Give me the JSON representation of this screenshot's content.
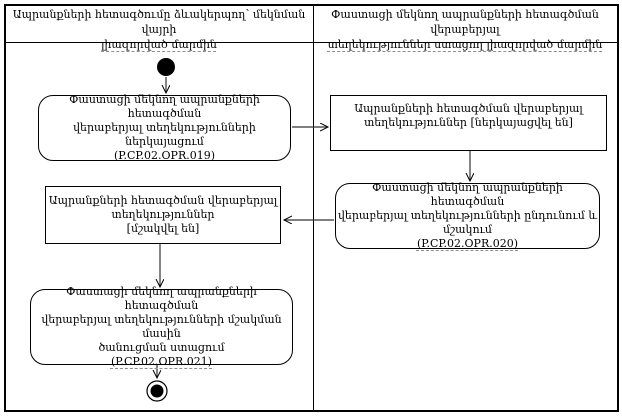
{
  "diagram": {
    "type": "uml-activity-diagram",
    "colors": {
      "line": "#000000",
      "background": "#ffffff",
      "text": "#000000"
    },
    "lanes": {
      "left": {
        "title_line1": "Ապրանքների հետագծումը ձևակերպող՝ մեկնման վայրի",
        "title_line2": "լիազորված մարմին"
      },
      "right": {
        "title_line1": "Փաստացի մեկնող ապրանքների հետագծման վերաբերյալ",
        "title_line2": "տեղեկություններ ստացող լիազորված մարմին"
      }
    },
    "nodes": {
      "submit_info": {
        "line1": "Փաստացի մեկնող ապրանքների հետագծման",
        "line2": "վերաբերյալ տեղեկությունների ներկայացում",
        "code": "(P.CP.02.OPR.019)"
      },
      "info_submitted": {
        "line1": "Ապրանքների հետագծման վերաբերյալ",
        "line2": "տեղեկություններ [ներկայացվել են]"
      },
      "receive_process": {
        "line1": "Փաստացի մեկնող ապրանքների հետագծման",
        "line2": "վերաբերյալ տեղեկությունների ընդունում և",
        "line3": "մշակում",
        "code": "(P.CP.02.OPR.020)"
      },
      "info_processed": {
        "line1": "Ապրանքների հետագծման վերաբերյալ",
        "line2": "տեղեկություններ",
        "line3": "[մշակվել են]"
      },
      "receive_notification": {
        "line1": "Փաստացի մեկնող ապրանքների հետագծման",
        "line2": "վերաբերյալ տեղեկությունների մշակման մասին",
        "line3": "ծանուցման ստացում",
        "code": "(P.CP.02.OPR.021)"
      }
    }
  }
}
